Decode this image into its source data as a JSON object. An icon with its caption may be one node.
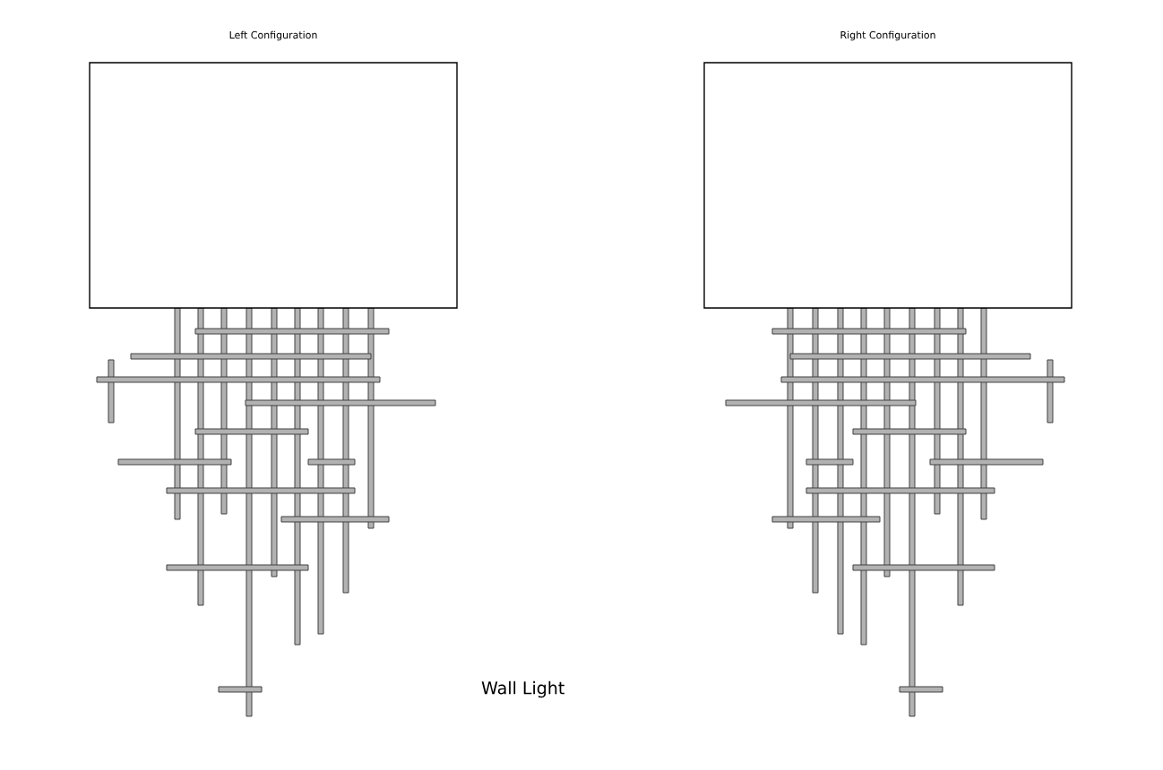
{
  "diagram": {
    "caption": "Wall Light",
    "labels": [
      "Left Configuration",
      "Right Configuration"
    ]
  }
}
